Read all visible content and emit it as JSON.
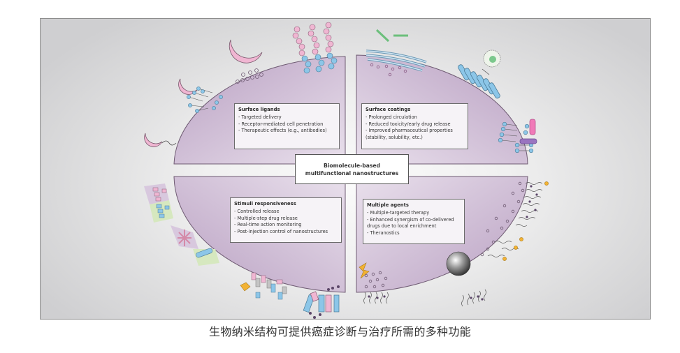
{
  "figure": {
    "center_title": {
      "line1": "Biomolecule-based",
      "line2": "multifunctional nanostructures"
    },
    "quadrants": [
      {
        "id": "surface-ligands",
        "title": "Surface ligands",
        "items": [
          "- Targeted delivery",
          "- Receptor-mediated cell penetration",
          "- Therapeutic effects (e.g., antibodies)"
        ]
      },
      {
        "id": "surface-coatings",
        "title": "Surface coatings",
        "items": [
          "- Prolonged circulation",
          "- Reduced toxicity/early drug release",
          "- Improved pharmaceutical properties",
          "(stability, solubility, etc.)"
        ]
      },
      {
        "id": "stimuli-responsiveness",
        "title": "Stimuli responsiveness",
        "items": [
          "- Controlled release",
          "- Multiple-step drug release",
          "- Real-time action monitoring",
          "- Post-injection control of nanostructures"
        ]
      },
      {
        "id": "multiple-agents",
        "title": "Multiple agents",
        "items": [
          "- Multiple-targeted therapy",
          "- Enhanced synergism of co-delivered",
          "drugs due to local enrichment",
          "- Theranostics"
        ]
      }
    ],
    "colors": {
      "particle_fill_light": "#e6dcea",
      "particle_fill_dark": "#a98db5",
      "outline": "#6e5a72",
      "pink": "#f0b6d2",
      "blue": "#8cc6e8",
      "green": "#9fd6a6",
      "orange": "#f2b233",
      "purple_dot": "#5b4668",
      "gray_bar": "#c4c4c4",
      "label_bg_purple": "#d8c8de",
      "label_bg_green": "#d6e8bf"
    }
  },
  "caption": "生物纳米结构可提供癌症诊断与治疗所需的多种功能"
}
